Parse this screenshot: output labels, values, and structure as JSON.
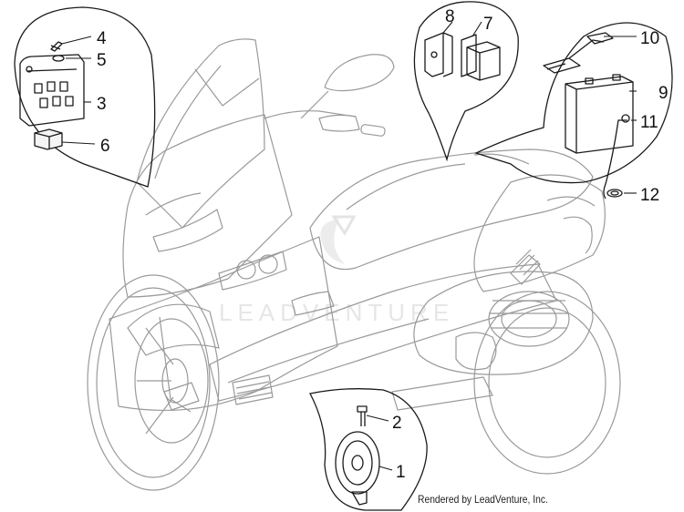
{
  "diagram": {
    "watermark_text": "LEADVENTURE",
    "credit_text": "Rendered by LeadVenture, Inc.",
    "callouts": [
      {
        "id": "c4",
        "label": "4"
      },
      {
        "id": "c5",
        "label": "5"
      },
      {
        "id": "c3",
        "label": "3"
      },
      {
        "id": "c6",
        "label": "6"
      },
      {
        "id": "c8",
        "label": "8"
      },
      {
        "id": "c7",
        "label": "7"
      },
      {
        "id": "c10",
        "label": "10"
      },
      {
        "id": "c9",
        "label": "9"
      },
      {
        "id": "c11",
        "label": "11"
      },
      {
        "id": "c12",
        "label": "12"
      },
      {
        "id": "c2",
        "label": "2"
      },
      {
        "id": "c1",
        "label": "1"
      }
    ],
    "colors": {
      "scooter_line": "#9a9a9a",
      "part_line": "#1a1a1a",
      "watermark": "#e6e6e6"
    }
  }
}
